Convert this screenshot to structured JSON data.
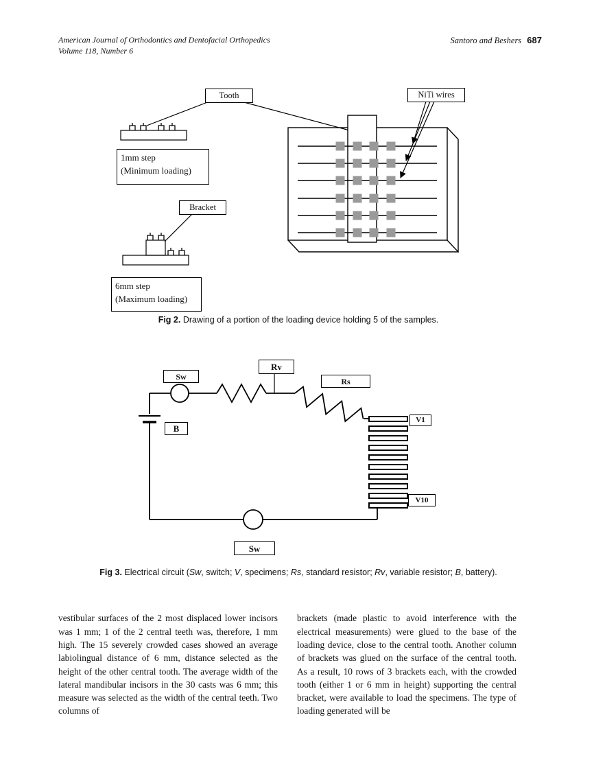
{
  "header": {
    "journal": "American Journal of Orthodontics and Dentofacial Orthopedics",
    "volume": "Volume 118, Number 6",
    "authors": "Santoro and Beshers",
    "page_number": "687"
  },
  "figure2": {
    "label_tooth": "Tooth",
    "label_niti": "NiTi wires",
    "label_bracket": "Bracket",
    "step1_title": "1mm step",
    "step1_sub": "(Minimum loading)",
    "step6_title": "6mm  step",
    "step6_sub": "(Maximum loading)",
    "caption_label": "Fig 2.",
    "caption_text": "Drawing of a portion of the loading device holding 5 of the samples."
  },
  "figure3": {
    "label_rv": "Rv",
    "label_sw_top": "Sw",
    "label_rs": "Rs",
    "label_b": "B",
    "label_v1": "V1",
    "label_v10": "V10",
    "label_sw_bottom": "Sw",
    "caption_label": "Fig 3.",
    "caption_p1": "Electrical circuit (",
    "caption_sw": "Sw",
    "caption_p2": ", switch; ",
    "caption_v": "V",
    "caption_p3": ", specimens; ",
    "caption_rs": "Rs",
    "caption_p4": ", standard resistor; ",
    "caption_rv": "Rv",
    "caption_p5": ", variable resistor; ",
    "caption_b": "B",
    "caption_p6": ", battery)."
  },
  "body": {
    "left_column": "vestibular surfaces of the 2 most displaced lower incisors was 1 mm; 1 of the 2 central teeth was, therefore, 1 mm high. The 15 severely crowded cases showed an average labiolingual distance of 6 mm, distance selected as the height of the other central tooth. The average width of the lateral mandibular incisors in the 30 casts was 6 mm; this measure was selected as the width of the central teeth. Two columns of",
    "right_column": "brackets (made plastic to avoid interference with the electrical measurements) were glued to the base of the loading device, close to the central tooth. Another column of brackets was glued on the surface of the central tooth. As a result, 10 rows of 3 brackets each, with the crowded tooth (either 1 or 6 mm in height) supporting the central bracket, were available to load the specimens. The type of loading generated will be"
  }
}
